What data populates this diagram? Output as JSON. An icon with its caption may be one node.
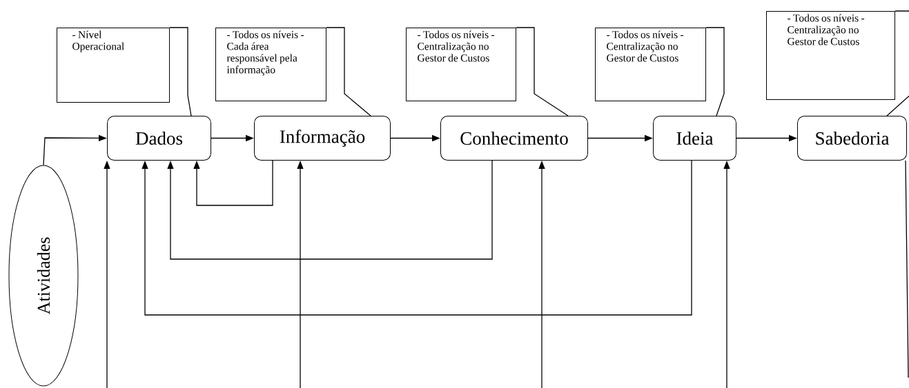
{
  "diagram": {
    "nodes": [
      {
        "text": [
          "- Nível Operacional"
        ]
      },
      {
        "text": [
          "- Todos os níveis - Cada área responsável pela informação"
        ]
      },
      {
        "text": [
          "- Todos os níveis - Centralização no Gestor de Custos"
        ]
      },
      {
        "text": [
          "- Todos os níveis - Centralização no Gestor de Custos"
        ]
      },
      {
        "text": [
          "- Todos os níveis - Centralização no Gestor de Custos"
        ]
      },
      {
        "text": [
          "Atividades"
        ]
      },
      {
        "text": [
          "Dados"
        ]
      },
      {
        "text": [
          "Informação"
        ]
      },
      {
        "text": [
          "Conhecimento"
        ]
      },
      {
        "text": [
          "Ideia"
        ]
      },
      {
        "text": [
          "Sabedoria"
        ]
      }
    ],
    "edges": [
      {
        "from": 0,
        "to": 6,
        "arrow": "none"
      },
      {
        "from": 1,
        "to": 7,
        "arrow": "none"
      },
      {
        "from": 2,
        "to": 8,
        "arrow": "none"
      },
      {
        "from": 3,
        "to": 9,
        "arrow": "none"
      },
      {
        "from": 4,
        "to": 10,
        "arrow": "none"
      },
      {
        "from": 5,
        "to": 6,
        "arrow": "to"
      },
      {
        "from": 6,
        "to": 7,
        "arrow": "to"
      },
      {
        "from": 7,
        "to": 8,
        "arrow": "to"
      },
      {
        "from": 8,
        "to": 9,
        "arrow": "to"
      },
      {
        "from": 9,
        "to": 10,
        "arrow": "to"
      },
      {
        "from": 7,
        "to": 6,
        "arrow": "to"
      },
      {
        "from": 8,
        "to": 6,
        "arrow": "to"
      },
      {
        "from": 9,
        "to": 6,
        "arrow": "to"
      },
      {
        "from": null,
        "to": 6,
        "arrow": "to"
      },
      {
        "from": null,
        "to": 7,
        "arrow": "to"
      },
      {
        "from": null,
        "to": 8,
        "arrow": "to"
      },
      {
        "from": null,
        "to": 9,
        "arrow": "to"
      },
      {
        "from": 10,
        "to": null,
        "arrow": "none"
      }
    ]
  }
}
